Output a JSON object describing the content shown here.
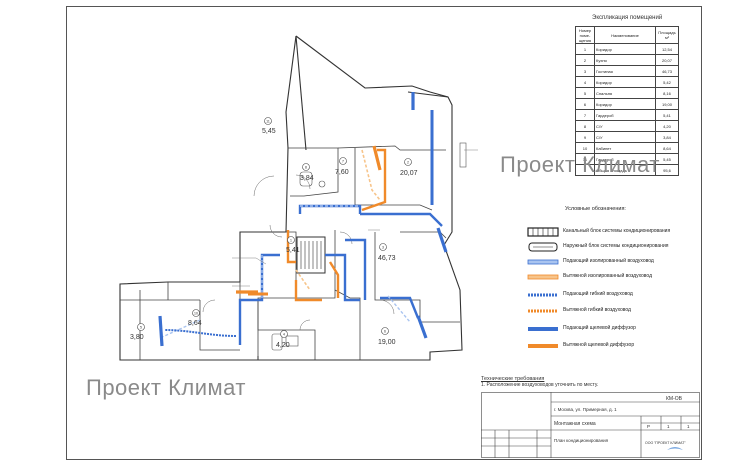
{
  "watermark": "Проект Климат",
  "rooms_table": {
    "title": "Экспликация помещений",
    "headers": [
      "Номер поме-щения",
      "Наименование",
      "Площадь м²"
    ],
    "rows": [
      [
        "1",
        "Коридор",
        "12,54"
      ],
      [
        "2",
        "Кухня",
        "20,07"
      ],
      [
        "3",
        "Гостиная",
        "46,73"
      ],
      [
        "4",
        "Коридор",
        "5,42"
      ],
      [
        "5",
        "Спальня",
        "8,16"
      ],
      [
        "6",
        "Коридор",
        "19,00"
      ],
      [
        "7",
        "Гардероб",
        "5,41"
      ],
      [
        "8",
        "С/У",
        "4,20"
      ],
      [
        "9",
        "С/У",
        "3,84"
      ],
      [
        "10",
        "Кабинет",
        "8,64"
      ],
      [
        "11",
        "Гардероб",
        "5,45"
      ],
      [
        "",
        "Общая площадь",
        "95,6"
      ]
    ]
  },
  "legend": {
    "title": "Условные обозначения:",
    "items": [
      "Канальный блок системы кондиционирования",
      "Наружный блок системы кондиционирования",
      "Подающий изолированный воздуховод",
      "Вытяжной изолированный воздуховод",
      "Подающий гибкий воздуховод",
      "Вытяжной гибкий воздуховод",
      "Подающий щелевой диффузор",
      "Вытяжной щелевой диффузор"
    ],
    "colors": {
      "supply": "#3a6fd0",
      "exhaust": "#f08a2a",
      "supply_light": "#a9c4f0",
      "exhaust_light": "#f7c48a"
    }
  },
  "room_labels": [
    {
      "num": "11",
      "area": "5,45"
    },
    {
      "num": "8",
      "area": "3,84"
    },
    {
      "num": "7",
      "area": "7,60"
    },
    {
      "num": "2",
      "area": "20,07"
    },
    {
      "num": "1",
      "area": "5,41"
    },
    {
      "num": "3",
      "area": "46,73"
    },
    {
      "num": "10",
      "area": "8,64"
    },
    {
      "num": "5",
      "area": "3,80"
    },
    {
      "num": "4",
      "area": "4,20"
    },
    {
      "num": "6",
      "area": "19,00"
    }
  ],
  "notes": {
    "title": "Технические требования",
    "line": "1. Расположение воздуховодов уточнить по месту."
  },
  "stamp": {
    "code": "КМ-ОВ",
    "address": "г. Москва, ул. Примерная, д. 1",
    "sheet_name": "Монтажная схема",
    "company": "ООО \"ПРОЕКТ КЛИМАТ\"",
    "stage": "Р",
    "sheet": "1",
    "sheets": "1",
    "drawing": "План кондиционирования"
  }
}
